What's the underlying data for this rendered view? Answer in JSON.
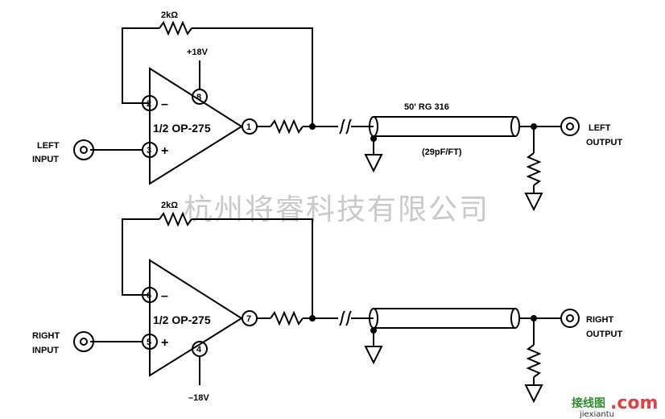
{
  "watermark": "杭州将睿科技有限公司",
  "logo": {
    "chinese": "接线图",
    "dotcom": ".com",
    "domain": "jiexiantu"
  },
  "channels": [
    {
      "feedback_resistor": "2kΩ",
      "opamp": "1/2 OP-275",
      "input_pins": {
        "inv": "2",
        "noninv": "3"
      },
      "output_pin": "1",
      "supply_pin": "8",
      "supply_label": "+18V",
      "input_label_1": "LEFT",
      "input_label_2": "INPUT",
      "output_label_1": "LEFT",
      "output_label_2": "OUTPUT",
      "cable_label": "50' RG 316",
      "cable_cap": "(29pF/FT)",
      "minus_sign": "–",
      "plus_sign": "+"
    },
    {
      "feedback_resistor": "2kΩ",
      "opamp": "1/2 OP-275",
      "input_pins": {
        "inv": "6",
        "noninv": "5"
      },
      "output_pin": "7",
      "supply_pin": "4",
      "supply_label": "–18V",
      "input_label_1": "RIGHT",
      "input_label_2": "INPUT",
      "output_label_1": "RIGHT",
      "output_label_2": "OUTPUT",
      "minus_sign": "–",
      "plus_sign": "+"
    }
  ]
}
